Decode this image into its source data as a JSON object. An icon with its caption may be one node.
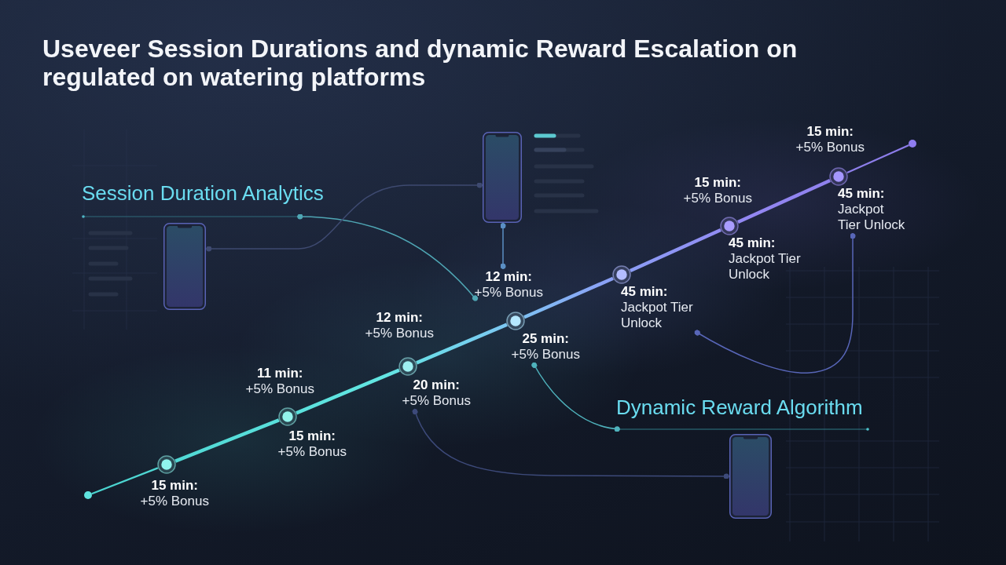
{
  "diagram": {
    "title": "Useveer Session Durations and dynamic Reward Escalation on regulated on watering platforms",
    "nodes": [
      {
        "text": [
          "Session Duration Analytics"
        ]
      },
      {
        "text": [],
        "shape": "phone"
      },
      {
        "text": [],
        "shape": "phone"
      },
      {
        "text": [],
        "shape": "circle"
      },
      {
        "text": [],
        "shape": "circle"
      },
      {
        "text": [],
        "shape": "circle"
      },
      {
        "text": [],
        "shape": "circle"
      },
      {
        "text": [],
        "shape": "circle"
      },
      {
        "text": [],
        "shape": "circle"
      },
      {
        "text": [],
        "shape": "circle"
      },
      {
        "text": [],
        "shape": "circle"
      },
      {
        "text": [],
        "shape": "circle"
      },
      {
        "text": [
          "**15 min:** +5% Bonus"
        ]
      },
      {
        "text": [
          "**11 min:** +5% Bonus"
        ]
      },
      {
        "text": [
          "**15 min:** +5% Bonus"
        ]
      },
      {
        "text": [
          "**12 min:** +5% Bonus"
        ]
      },
      {
        "text": [
          "**20 min:** +5% Bonus"
        ]
      },
      {
        "text": [
          "**12 min:** +5% Bonus"
        ]
      },
      {
        "text": [
          "**25 min:** +5% Bonus"
        ]
      },
      {
        "text": [
          "**45 min:** Jackpot Tier Unlock"
        ]
      },
      {
        "text": [
          "**15 min:** +5% Bonus"
        ]
      },
      {
        "text": [
          "**45 min:** Jackpot Tier Unlock"
        ]
      },
      {
        "text": [
          "**15 min:** +5% Bonus"
        ]
      },
      {
        "text": [
          "**45 min:** Jackpot Tier Unlock"
        ]
      },
      {
        "text": [
          "Dynamic Reward Algorithm"
        ]
      },
      {
        "text": [],
        "shape": "phone"
      }
    ],
    "edges": [
      {
        "from": 3,
        "to": 4,
        "arrow": "none"
      },
      {
        "from": 4,
        "to": 5,
        "arrow": "none",
        "style": "thick"
      },
      {
        "from": 5,
        "to": 6,
        "arrow": "none",
        "style": "thick"
      },
      {
        "from": 6,
        "to": 7,
        "arrow": "none",
        "style": "thick"
      },
      {
        "from": 7,
        "to": 8,
        "arrow": "none",
        "style": "thick"
      },
      {
        "from": 8,
        "to": 9,
        "arrow": "none",
        "style": "thick"
      },
      {
        "from": 9,
        "to": 10,
        "arrow": "none",
        "style": "thick"
      },
      {
        "from": 10,
        "to": 11,
        "arrow": "none"
      },
      {
        "from": 0,
        "to": 17,
        "arrow": "other",
        "color": "#4fa6b4"
      },
      {
        "from": 1,
        "to": 2,
        "arrow": "other",
        "color": "#3e4a70"
      },
      {
        "from": 2,
        "to": 17,
        "arrow": "other",
        "color": "#5b8fc4"
      },
      {
        "from": 24,
        "to": 18,
        "arrow": "other",
        "color": "#4fb2bc"
      },
      {
        "from": 16,
        "to": 25,
        "arrow": "other",
        "color": "#3d4a7a"
      },
      {
        "from": 19,
        "to": 23,
        "arrow": "other",
        "color": "#5866b8"
      }
    ]
  }
}
